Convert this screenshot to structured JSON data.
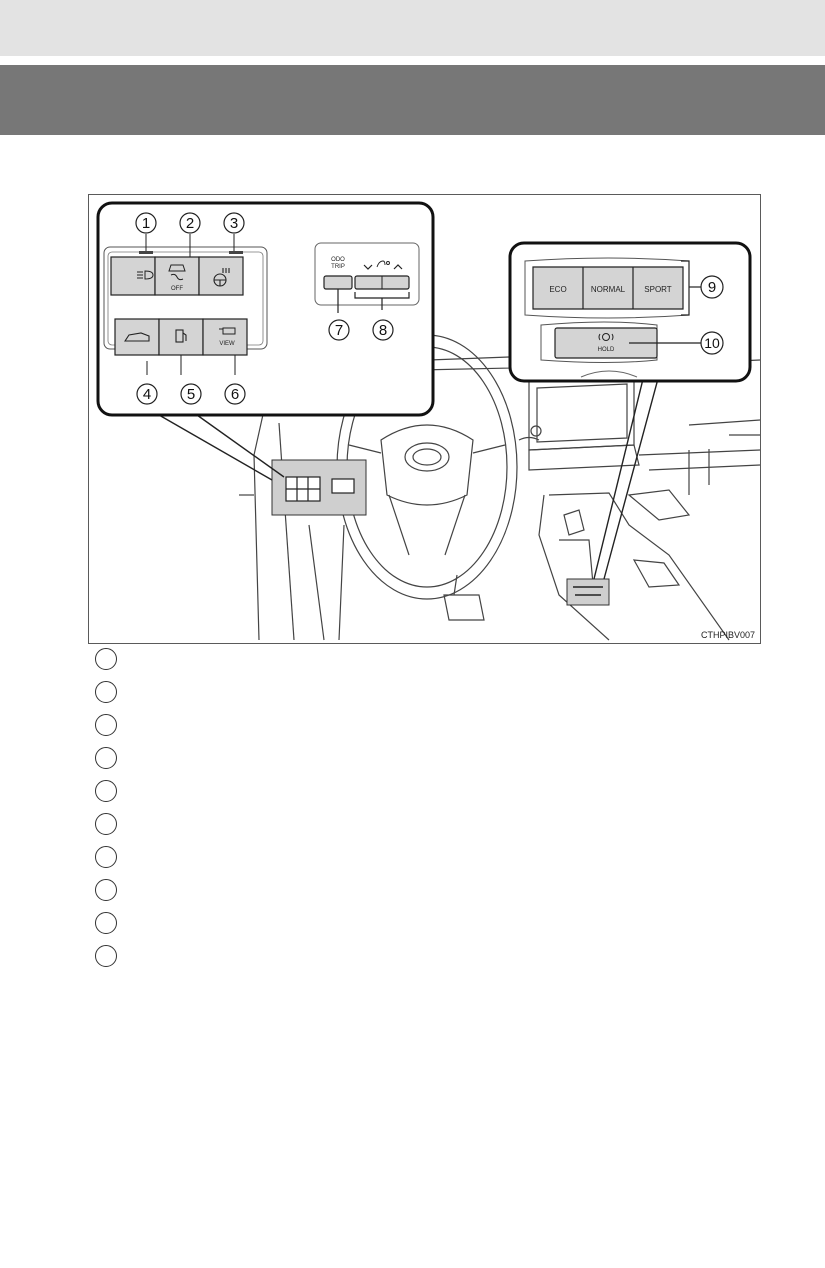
{
  "header": {
    "band_color": "#e3e3e3",
    "title_bar_color": "#777777"
  },
  "figure": {
    "image_code": "CTHPIBV007",
    "left_panel": {
      "numbers": [
        "1",
        "2",
        "3",
        "4",
        "5",
        "6",
        "7",
        "8"
      ],
      "off_label": "OFF",
      "view_label": "VIEW",
      "odo_label": "ODO",
      "trip_label": "TRIP"
    },
    "right_panel": {
      "numbers": [
        "9",
        "10"
      ],
      "eco_label": "ECO",
      "normal_label": "NORMAL",
      "sport_label": "SPORT",
      "hold_label": "HOLD"
    }
  },
  "callouts": [
    {
      "text": ""
    },
    {
      "text": ""
    },
    {
      "text": ""
    },
    {
      "text": ""
    },
    {
      "text": ""
    },
    {
      "text": ""
    },
    {
      "text": ""
    },
    {
      "text": ""
    },
    {
      "text": ""
    },
    {
      "text": ""
    }
  ]
}
